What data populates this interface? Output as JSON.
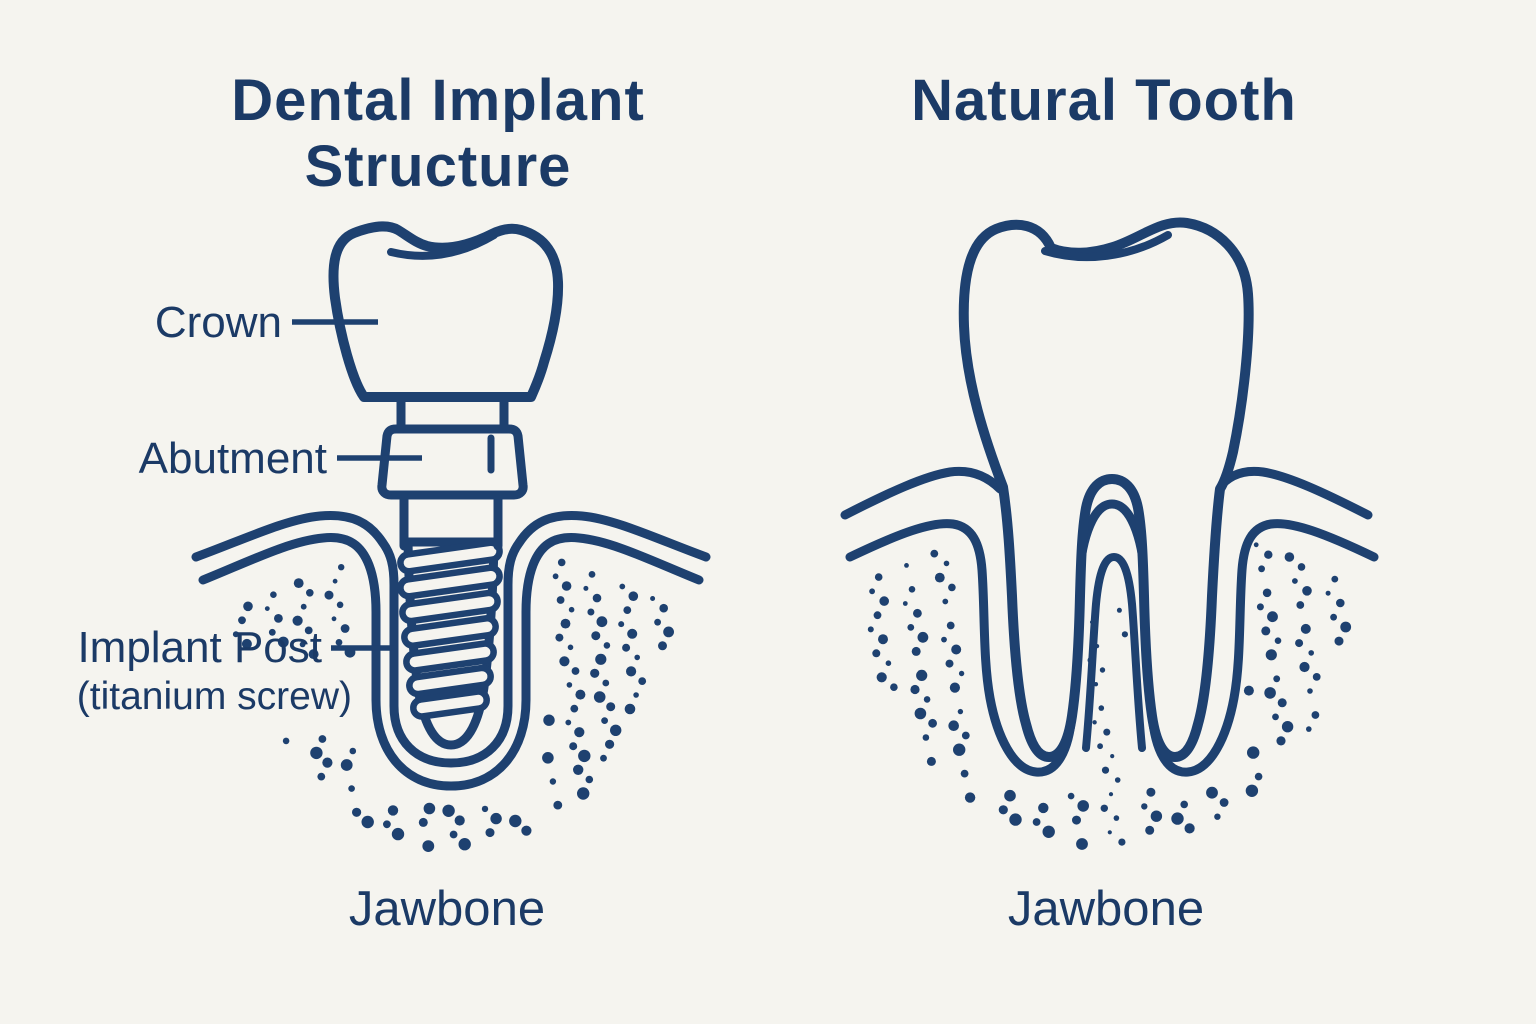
{
  "colors": {
    "background": "#f5f4ef",
    "line_navy": "#1e4170",
    "text_navy": "#1b3a66"
  },
  "left_panel": {
    "title_line1": "Dental Implant",
    "title_line2": "Structure",
    "labels": {
      "crown": "Crown",
      "abutment": "Abutment",
      "implant_post": "Implant Post",
      "implant_post_sub": "(titanium screw)",
      "jawbone": "Jawbone"
    }
  },
  "right_panel": {
    "title": "Natural Tooth",
    "labels": {
      "jawbone": "Jawbone"
    }
  }
}
